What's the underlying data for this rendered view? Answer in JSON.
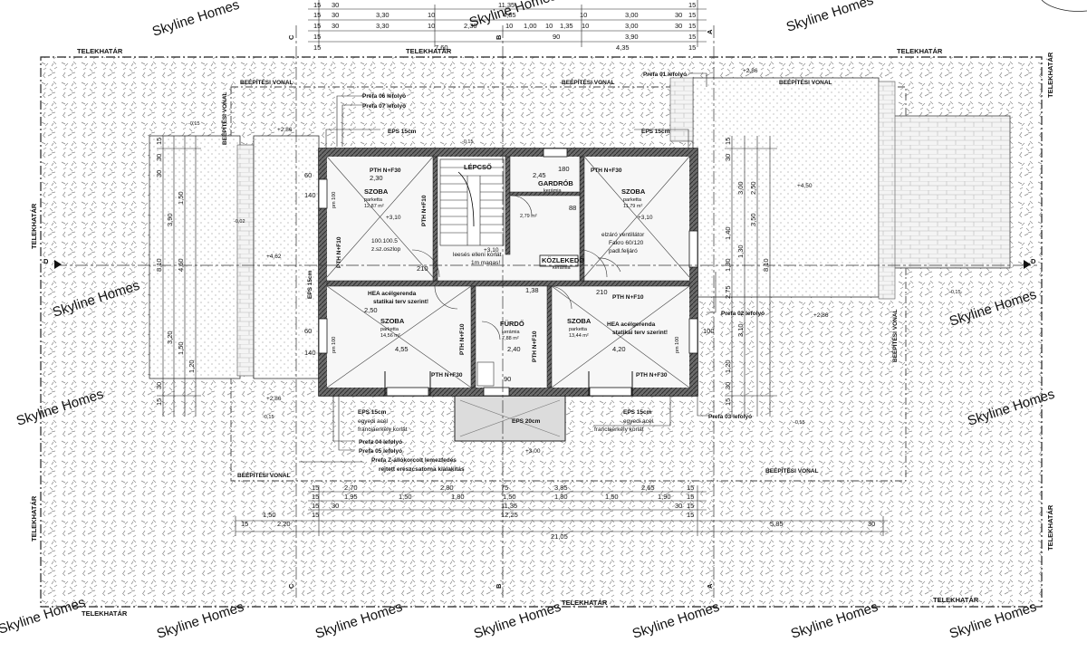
{
  "watermark": "Skyline Homes",
  "boundary": "TELEKHATÁR",
  "building_line": "BEÉPÍTÉSI VONAL",
  "axes": {
    "c": "C",
    "b": "B",
    "a": "A",
    "d": "D"
  },
  "rooms": [
    {
      "name": "SZOBA",
      "floor": "parketta",
      "area": "12,87 m²",
      "door": "PTH N+F30",
      "level": "+3,10"
    },
    {
      "name": "LÉPCSŐ",
      "floor": "",
      "area": "",
      "door": "",
      "level": ""
    },
    {
      "name": "GARDRÓB",
      "floor": "kerámia",
      "area": "2,79 m²",
      "door": "",
      "level": ""
    },
    {
      "name": "SZOBA",
      "floor": "parketta",
      "area": "11,79 m²",
      "door": "PTH N+F30",
      "level": "+3,10"
    },
    {
      "name": "SZOBA",
      "floor": "parketta",
      "area": "14,56 m²",
      "door": "PTH N+F30",
      "level": ""
    },
    {
      "name": "FÜRDŐ",
      "floor": "kerámia",
      "area": "7,88 m²",
      "door": "PTH N+F10",
      "level": ""
    },
    {
      "name": "SZOBA",
      "floor": "parketta",
      "area": "13,44 m²",
      "door": "PTH N+F30",
      "level": ""
    },
    {
      "name": "KÖZLEKEDŐ",
      "floor": "kerámia",
      "area": "",
      "door": "",
      "level": ""
    }
  ],
  "notes": {
    "prefa01": "Prefa 01 lefolyó",
    "prefa02": "Prefa 02 lefolyó",
    "prefa03": "Prefa 03 lefolyó",
    "prefa04": "Prefa 04 lefolyó",
    "prefa05": "Prefa 05 lefolyó",
    "prefa06": "Prefa 06 lefolyó",
    "prefa07": "Prefa 07 lefolyó",
    "prefaz": "Prefa Z-állókorcolt lemezfedés",
    "gutter": "rejtett ereszcsatorna kialakítás",
    "eps": "EPS 15cm",
    "eps20": "EPS 20cm",
    "hea1": "HEA acélgerenda",
    "hea2": "statikai terv szerint!",
    "rail1": "egyedi acél",
    "rail2": "franciaerkély korlát",
    "fall1": "leesés elleni korlát",
    "fall2": "1m magas!",
    "column1": "100.100.5",
    "column2": "z.sz.oszlop",
    "fakro1": "elzáró ventillátor",
    "fakro2": "Fakro 60/120",
    "fakro3": "padl.feljáró",
    "level_310": "+3,10",
    "level_286": "+2,86",
    "level_300": "+3,00",
    "level_462": "+4,62",
    "level_450": "+4,50",
    "level_015": "-0,15",
    "level_002": "-0,02",
    "pth10": "PTH N+F10",
    "pm100": "pm 100"
  },
  "dims_top": {
    "r1": [
      "15",
      "30",
      "3,30",
      "10",
      "4,85",
      "10",
      "3,00",
      "30",
      "15"
    ],
    "total1": "11,35",
    "r2": [
      "15",
      "30",
      "3,30",
      "10",
      "2,30",
      "10",
      "1,00",
      "10",
      "1,35",
      "10",
      "3,00",
      "30",
      "15"
    ],
    "r3": [
      "15",
      "90",
      "3,90",
      "15"
    ],
    "r4": [
      "15",
      "7,60",
      "4,35",
      "15"
    ]
  },
  "dims_bottom": {
    "r1": [
      "15",
      "2,70",
      "2,80",
      "75",
      "3,85",
      "2,65",
      "15"
    ],
    "r2": [
      "15",
      "1,95",
      "1,50",
      "1,80",
      "1,50",
      "1,80",
      "1,50",
      "1,90",
      "15"
    ],
    "r3": [
      "15",
      "30",
      "11,35",
      "30",
      "15"
    ],
    "r4": [
      "15",
      "1,50",
      "12,25",
      "15"
    ],
    "r5": [
      "15",
      "2,20",
      "5,85",
      "30"
    ],
    "total": "21,05"
  },
  "dims_left": [
    "15",
    "30",
    "30",
    "3,90",
    "1,50",
    "4,60",
    "8,10",
    "3,20",
    "1,50",
    "1,20",
    "30",
    "15"
  ],
  "dims_right": [
    "15",
    "30",
    "3,00",
    "1,40",
    "3,50",
    "1,30",
    "1,30",
    "2,50",
    "8,10",
    "2,75",
    "3,10",
    "1,20",
    "30",
    "15"
  ],
  "wall_dims": {
    "w1": "2,50",
    "w2": "2,40",
    "w3": "4,55",
    "w4": "4,20",
    "w5": "1,38",
    "w6": "2,30",
    "w7": "210",
    "w8": "90",
    "w9": "180",
    "w10": "88",
    "w11": "2,45",
    "w12": "60",
    "w13": "140",
    "w14": "100"
  }
}
